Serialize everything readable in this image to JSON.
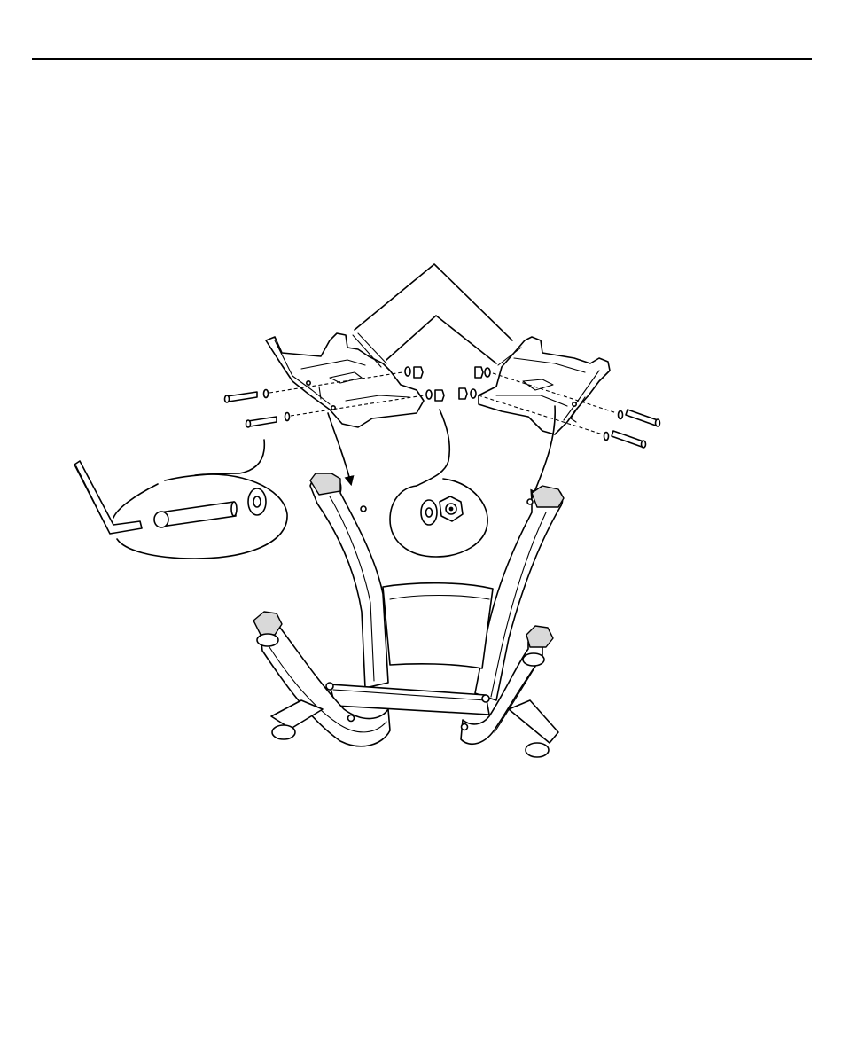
{
  "diagram": {
    "parts": [
      "bracket-left",
      "bracket-right",
      "stand-frame",
      "bolt",
      "washer",
      "nut",
      "hex-key"
    ],
    "colors": {
      "line": "#000000",
      "background": "#ffffff",
      "shade": "#d9d9d9"
    }
  }
}
